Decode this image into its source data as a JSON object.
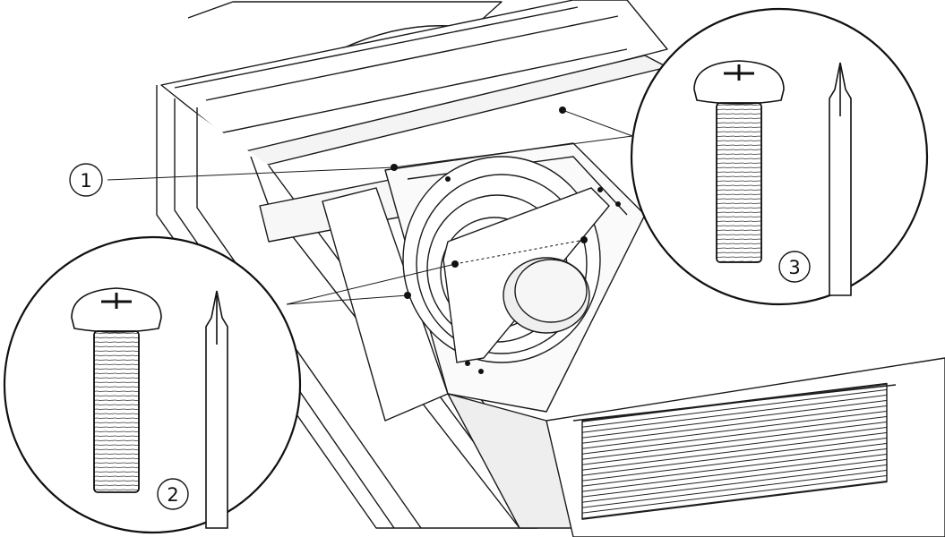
{
  "callouts": {
    "part": "1",
    "screw_left": "2",
    "screw_right": "3"
  },
  "icons": [
    "screw-icon",
    "phillips-screwdriver-icon"
  ],
  "colors": {
    "line": "#1a1a1a",
    "fill": "#ffffff",
    "shade": "#e9e9e9"
  }
}
